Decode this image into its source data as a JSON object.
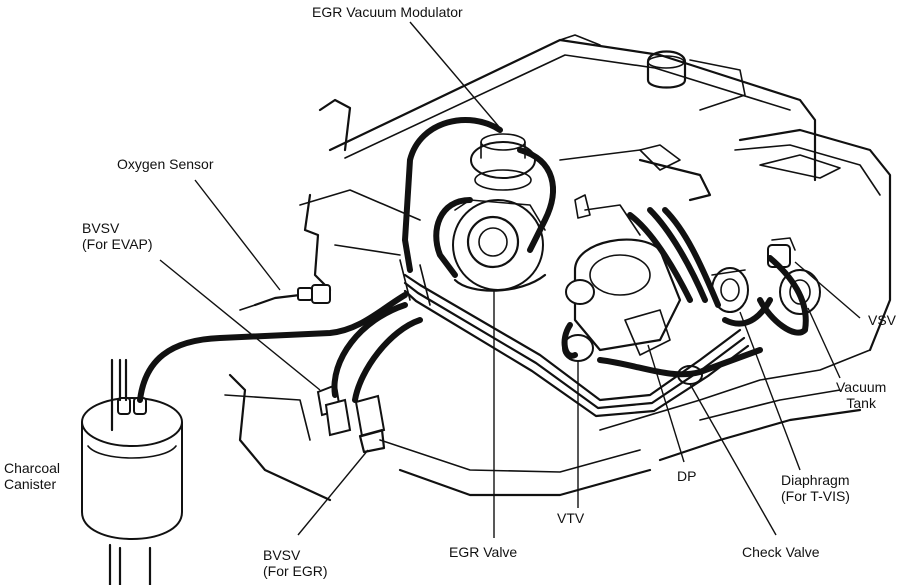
{
  "labels": {
    "egr_vacuum_modulator": "EGR Vacuum Modulator",
    "oxygen_sensor": "Oxygen Sensor",
    "bvsv_evap_line1": "BVSV",
    "bvsv_evap_line2": "(For EVAP)",
    "vsv": "VSV",
    "vacuum_tank_line1": "Vacuum",
    "vacuum_tank_line2": "Tank",
    "charcoal_canister_line1": "Charcoal",
    "charcoal_canister_line2": "Canister",
    "dp": "DP",
    "diaphragm_line1": "Diaphragm",
    "diaphragm_line2": "(For T-VIS)",
    "vtv": "VTV",
    "bvsv_egr_line1": "BVSV",
    "bvsv_egr_line2": "(For EGR)",
    "egr_valve": "EGR Valve",
    "check_valve": "Check Valve"
  },
  "colors": {
    "ink": "#111111",
    "paper": "#ffffff"
  }
}
